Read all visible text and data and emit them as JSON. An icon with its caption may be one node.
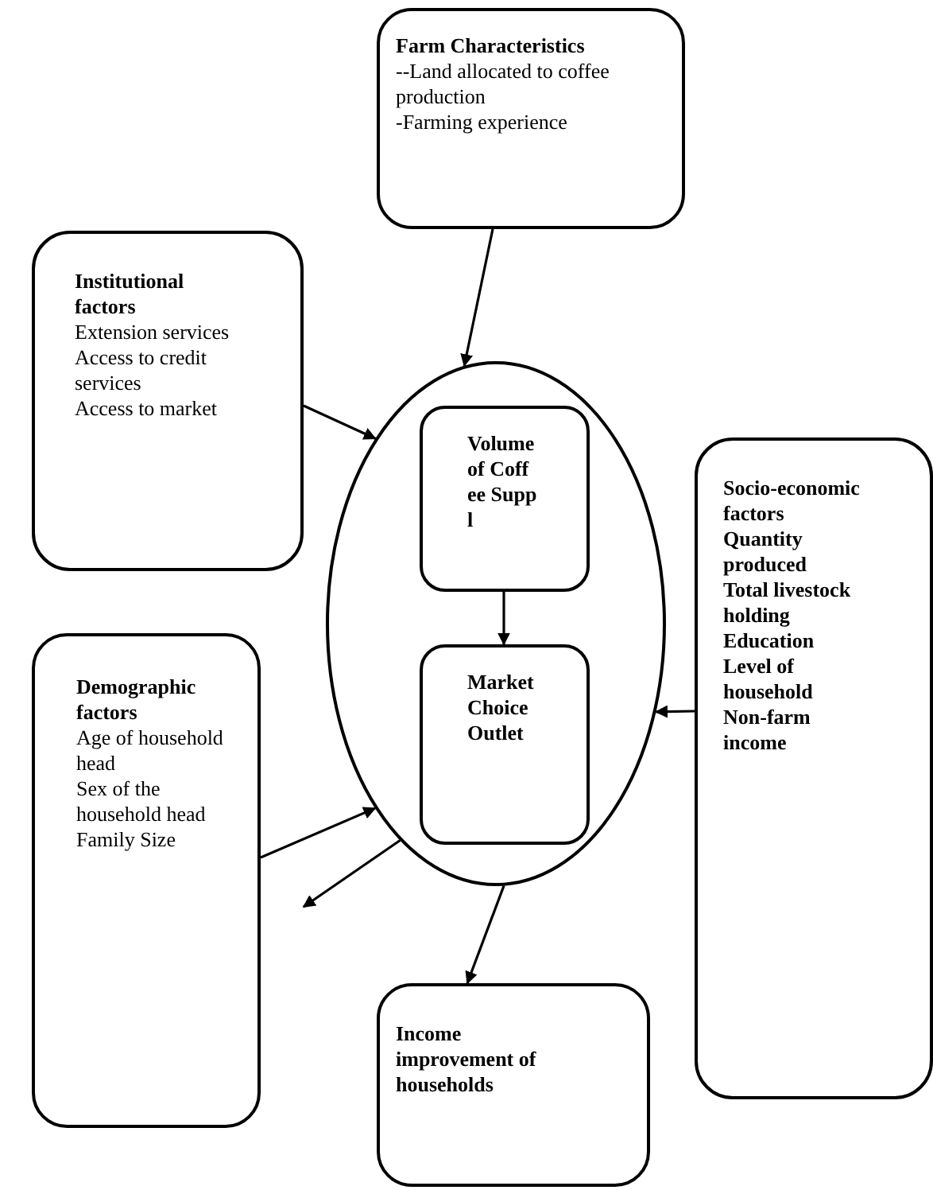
{
  "diagram": {
    "nodes": [
      {
        "text": [
          "Farm Characteristics",
          "--Land allocated to coffee production",
          "-Farming experience"
        ]
      },
      {
        "text": [
          "Institutional factors",
          "Extension services",
          "Access to credit services",
          "Access to market"
        ]
      },
      {
        "text": [],
        "shape": "ellipse"
      },
      {
        "text": [
          "Volume of Coffee Suppl"
        ],
        "in": 2
      },
      {
        "text": [
          "Market Choice Outlet"
        ],
        "in": 2
      },
      {
        "text": [
          "Socio-economic factors",
          "Quantity produced",
          "Total livestock holding",
          "Education Level of household",
          "Non-farm income"
        ]
      },
      {
        "text": [
          "Demographic factors",
          "Age of household head",
          "Sex of the household head",
          "Family Size"
        ]
      },
      {
        "text": [
          "Income improvement of households"
        ]
      }
    ],
    "edges": [
      {
        "from": 0,
        "to": 2,
        "arrow": "to"
      },
      {
        "from": 1,
        "to": 2,
        "arrow": "to"
      },
      {
        "from": 5,
        "to": 2,
        "arrow": "to"
      },
      {
        "from": 6,
        "to": 2,
        "arrow": "to"
      },
      {
        "from": 2,
        "to": null,
        "arrow": "to"
      },
      {
        "from": 3,
        "to": 4,
        "arrow": "to"
      },
      {
        "from": 2,
        "to": 7,
        "arrow": "to"
      }
    ]
  }
}
